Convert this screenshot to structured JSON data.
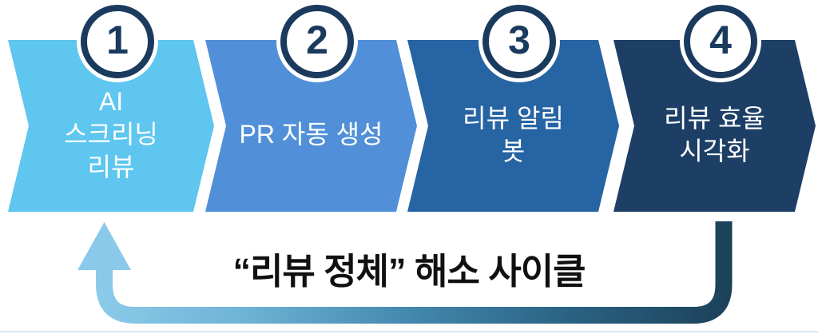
{
  "diagram": {
    "title": "“리뷰 정체” 해소 사이클",
    "steps": [
      {
        "number": "1",
        "label": "AI\n스크리닝\n리뷰",
        "color": "#5EC6EF"
      },
      {
        "number": "2",
        "label": "PR 자동 생성",
        "color": "#5190D8"
      },
      {
        "number": "3",
        "label": "리뷰 알림\n봇",
        "color": "#2764A3"
      },
      {
        "number": "4",
        "label": "리뷰 효율\n시각화",
        "color": "#1D3F66"
      }
    ],
    "cycle_arrow": {
      "gradient": {
        "stop0": "#8FCDEC",
        "stop1": "#6FB3D6",
        "stop2": "#4489AF",
        "stop3": "#2A6283",
        "stop4": "#1B4158"
      },
      "arrowhead_color": "#8BC9EA"
    },
    "colors": {
      "circle_border": "#1A3A5E",
      "number_text": "#1A3A5E",
      "step_label_text": "#FFFFFF",
      "title_text": "#111111",
      "background": "#FFFFFF",
      "bottom_divider": "#D5E7F1"
    }
  }
}
